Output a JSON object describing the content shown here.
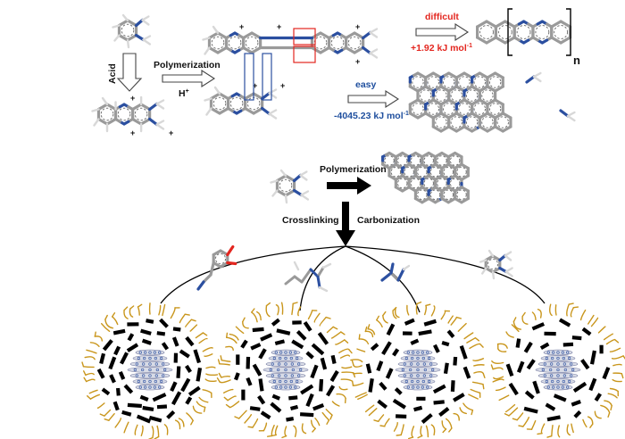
{
  "labels": {
    "acid": "Acid",
    "polymerization_top": "Polymerization",
    "proton": "H",
    "proton_sup": "+",
    "difficult": "difficult",
    "difficult_energy": "+1.92 kJ mol",
    "difficult_energy_sup": "-1",
    "easy": "easy",
    "easy_energy": "-4045.23 kJ mol",
    "easy_energy_sup": "-1",
    "repeat_n": "n",
    "polymerization_mid": "Polymerization",
    "crosslinking": "Crosslinking",
    "carbonization": "Carbonization",
    "charge": "+"
  },
  "colors": {
    "nitrogen": "#2b4fa0",
    "carbon": "#9a9a9a",
    "hydrogen": "#d8d8d8",
    "oxygen": "#e3261f",
    "difficult_text": "#e3261f",
    "easy_text": "#1f4f9e",
    "carbon_shell": "#c9961c"
  },
  "icons": {
    "monomer": "o-phenylenediamine-molecule",
    "dimer": "phenazine-cation-molecule",
    "chain": "ladder-polymer-molecule",
    "sheet": "graphitic-nitrogen-sheet",
    "particle": "carbon-nanoparticle"
  }
}
